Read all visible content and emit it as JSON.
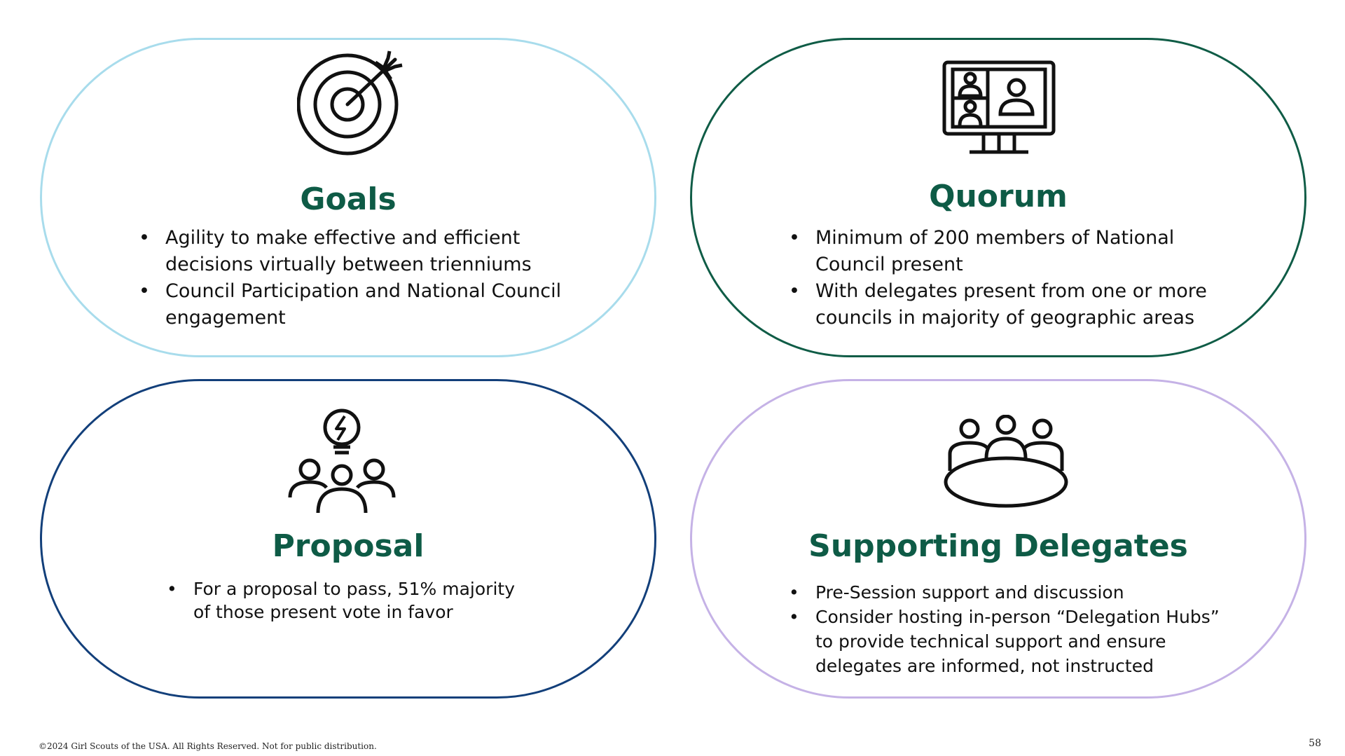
{
  "cards": {
    "goals": {
      "title": "Goals",
      "icon": "target-icon",
      "bullets": [
        "Agility to make effective and efficient decisions virtually between trienniums",
        "Council Participation and National Council engagement"
      ]
    },
    "quorum": {
      "title": "Quorum",
      "icon": "video-conference-monitor-icon",
      "bullets": [
        "Minimum of 200 members of National Council present",
        "With delegates present from one or more councils in  majority of geographic areas"
      ]
    },
    "proposal": {
      "title": "Proposal",
      "icon": "group-idea-lightbulb-icon",
      "bullets": [
        "For a proposal to pass, 51% majority of those present vote in favor"
      ]
    },
    "support": {
      "title": "Supporting Delegates",
      "icon": "meeting-table-icon",
      "bullets": [
        "Pre-Session support and discussion",
        "Consider hosting in-person “Delegation Hubs” to provide technical support and ensure delegates are informed, not instructed"
      ]
    }
  },
  "footer": {
    "copyright": "©2024 Girl Scouts of the USA. All Rights Reserved. Not for public distribution.",
    "page_number": "58"
  },
  "colors": {
    "title": "#0e5b46",
    "goals_border": "#a8dcec",
    "quorum_border": "#0f5c46",
    "proposal_border": "#123f7a",
    "support_border": "#c5b2e6"
  }
}
